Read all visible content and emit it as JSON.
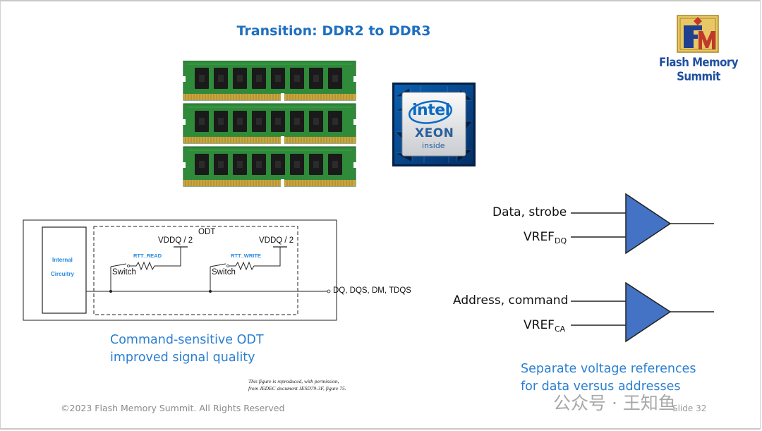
{
  "slide": {
    "title": "Transition: DDR2 to DDR3",
    "footer": "©2023 Flash Memory Summit. All Rights Reserved",
    "slide_number": "Slide 32",
    "watermark": "公众号 · 王知鱼"
  },
  "logo": {
    "monogram": "FM",
    "text": "Flash Memory Summit"
  },
  "cpu_badge": {
    "brand": "intel",
    "product": "XEON",
    "tagline": "inside"
  },
  "odt_figure": {
    "block_label_1": "Internal",
    "block_label_2": "Circuitry",
    "odt_label": "ODT",
    "vddq_left": "VDDQ / 2",
    "vddq_right": "VDDQ / 2",
    "rtt_read": "RTT_READ",
    "rtt_write": "RTT_WRITE",
    "switch_left": "Switch",
    "switch_right": "Switch",
    "pins": "DQ, DQS, DM, TDQS",
    "caption_line1": "Command-sensitive ODT",
    "caption_line2": "improved signal quality",
    "credit_line1": "This figure is reproduced, with permission,",
    "credit_line2": "from JEDEC document JESD79-3F, figure 75."
  },
  "vref_figure": {
    "top_input": "Data, strobe",
    "top_vref": "VREF",
    "top_vref_sub": "DQ",
    "bottom_input": "Address, command",
    "bottom_vref": "VREF",
    "bottom_vref_sub": "CA",
    "caption_line1": "Separate voltage references",
    "caption_line2": "for data versus addresses"
  },
  "colors": {
    "title_blue": "#1f6fc0",
    "caption_blue": "#2a7fd0",
    "amp_fill": "#4472c4",
    "pcb_green": "#2f8a3a",
    "chip_black": "#1a1a1a",
    "rtt_label": "#2a8adf"
  },
  "icons": {
    "ram_module": "ram-module-icon",
    "cpu": "intel-xeon-badge",
    "amplifier": "comparator-triangle-icon"
  }
}
